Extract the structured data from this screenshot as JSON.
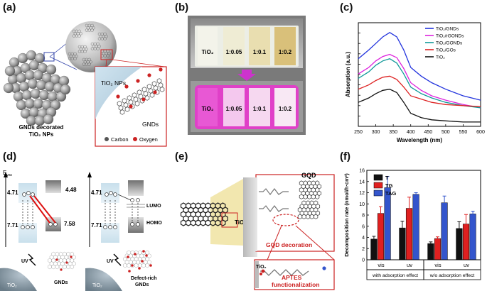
{
  "panel_labels": {
    "a": "(a)",
    "b": "(b)",
    "c": "(c)",
    "d": "(d)",
    "e": "(e)",
    "f": "(f)"
  },
  "panel_a": {
    "tio2_nps": "TiO₂ NPs",
    "gnds": "GNDs",
    "caption_line1": "GNDs decorated",
    "caption_line2": "TiO₂ NPs",
    "legend_carbon": "Carbon",
    "legend_oxygen": "Oxygen",
    "colors": {
      "carbon": "#555555",
      "oxygen": "#cc2222",
      "sphere": "#9a9a9a"
    }
  },
  "panel_b": {
    "top_labels": [
      "TiO₂",
      "1:0.05",
      "1:0.1",
      "1:0.2"
    ],
    "bottom_labels": [
      "TiO₂",
      "1:0.05",
      "1:0.1",
      "1:0.2"
    ],
    "colors": {
      "pink": "#e040c8",
      "arrow": "#cc33cc"
    }
  },
  "panel_d": {
    "evac": "E",
    "evac_sub": "vac",
    "left_levels": {
      "cb": "4.71",
      "vb": "7.71",
      "lumo": "4.48",
      "homo": "7.58"
    },
    "right_levels": {
      "cb": "4.71",
      "vb": "7.71",
      "lumo": "LUMO",
      "homo": "HOMO"
    },
    "uv": "UV",
    "tio2": "TiO₂",
    "gnds": "GNDs",
    "defect_line1": "Defect-rich",
    "defect_line2": "GNDs"
  },
  "panel_e": {
    "tio2": "TiO₂",
    "gqd": "GQD",
    "gqd_decoration": "GQD decoration",
    "tio2_small": "TiO₂",
    "aptes": "APTES",
    "functionalization": "functionalization"
  },
  "chart_data": [
    {
      "type": "line",
      "xlabel": "Wavelength (nm)",
      "ylabel": "Absorption (a.u.)",
      "xlim": [
        250,
        600
      ],
      "xticks": [
        250,
        300,
        350,
        400,
        450,
        500,
        550,
        600
      ],
      "x": [
        250,
        280,
        300,
        320,
        340,
        360,
        380,
        400,
        430,
        460,
        500,
        550,
        600
      ],
      "series": [
        {
          "name": "TiO₂/GNDs",
          "color": "#2233dd",
          "values": [
            0.62,
            0.7,
            0.76,
            0.82,
            0.86,
            0.82,
            0.7,
            0.54,
            0.46,
            0.4,
            0.34,
            0.28,
            0.24
          ]
        },
        {
          "name": "TiO₂/rGONDs",
          "color": "#dd22dd",
          "values": [
            0.48,
            0.54,
            0.6,
            0.64,
            0.66,
            0.63,
            0.53,
            0.4,
            0.33,
            0.28,
            0.24,
            0.2,
            0.17
          ]
        },
        {
          "name": "TiO₂/GONDs",
          "color": "#119999",
          "values": [
            0.44,
            0.5,
            0.56,
            0.6,
            0.62,
            0.58,
            0.48,
            0.36,
            0.3,
            0.26,
            0.22,
            0.19,
            0.17
          ]
        },
        {
          "name": "TiO₂/GOs",
          "color": "#dd2222",
          "values": [
            0.34,
            0.38,
            0.42,
            0.45,
            0.46,
            0.43,
            0.36,
            0.28,
            0.25,
            0.22,
            0.2,
            0.19,
            0.18
          ]
        },
        {
          "name": "TiO₂",
          "color": "#111111",
          "values": [
            0.22,
            0.26,
            0.3,
            0.33,
            0.34,
            0.31,
            0.22,
            0.12,
            0.08,
            0.06,
            0.05,
            0.04,
            0.04
          ]
        }
      ],
      "grid": false,
      "legend": "top-right"
    },
    {
      "type": "bar",
      "ylabel": "Decomposition rate (nmol/h·cm²)",
      "ylim": [
        0,
        16
      ],
      "yticks": [
        0,
        2,
        4,
        6,
        8,
        10,
        12,
        14,
        16
      ],
      "categories": [
        "vis",
        "uv",
        "vis",
        "uv"
      ],
      "groups": [
        "with adsorption effect",
        "w/o adsorption effect"
      ],
      "series": [
        {
          "name": "T",
          "color": "#111111",
          "values": [
            3.7,
            5.7,
            2.9,
            5.6
          ],
          "errors": [
            0.5,
            1.2,
            0.3,
            1.2
          ]
        },
        {
          "name": "TG",
          "color": "#e02020",
          "values": [
            8.3,
            9.2,
            3.8,
            6.4
          ],
          "errors": [
            1.2,
            2.0,
            0.3,
            1.7
          ]
        },
        {
          "name": "TAG",
          "color": "#3355cc",
          "values": [
            12.9,
            11.7,
            10.2,
            8.2
          ],
          "errors": [
            2.0,
            0.3,
            1.2,
            0.5
          ]
        }
      ],
      "legend": "top-left",
      "grid": false
    }
  ]
}
